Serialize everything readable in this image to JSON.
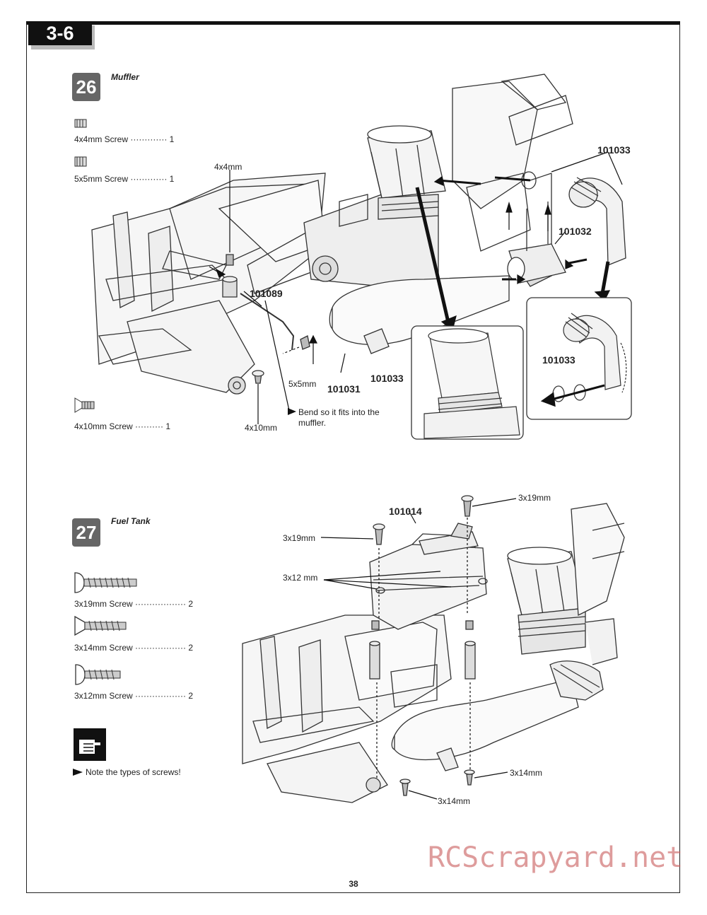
{
  "section": "3-6",
  "page_number": "38",
  "watermark": "RCScrapyard.net",
  "step26": {
    "number": "26",
    "title": "Muffler",
    "parts": [
      {
        "label": "4x4mm Screw",
        "dots": "·············",
        "qty": "1"
      },
      {
        "label": "5x5mm  Screw",
        "dots": "·············",
        "qty": "1"
      },
      {
        "label": "4x10mm  Screw",
        "dots": "··········",
        "qty": "1"
      }
    ],
    "callouts": {
      "screw_4x4": "4x4mm",
      "screw_5x5": "5x5mm",
      "screw_4x10": "4x10mm",
      "part_101089": "101089",
      "part_101031": "101031",
      "part_101033_a": "101033",
      "part_101032": "101032",
      "part_101033_b": "101033",
      "part_101033_c": "101033",
      "note_line1": "Bend so it fits into the",
      "note_line2": "muffler."
    }
  },
  "step27": {
    "number": "27",
    "title": "Fuel Tank",
    "parts": [
      {
        "label": "3x19mm  Screw",
        "dots": "··················",
        "qty": "2"
      },
      {
        "label": "3x14mm  Screw",
        "dots": "··················",
        "qty": "2"
      },
      {
        "label": "3x12mm Screw",
        "dots": "··················",
        "qty": "2"
      }
    ],
    "note": "Note the types of screws!",
    "callouts": {
      "part_101014": "101014",
      "screw_3x19_a": "3x19mm",
      "screw_3x19_b": "3x19mm",
      "screw_3x12": "3x12 mm",
      "screw_3x14_a": "3x14mm",
      "screw_3x14_b": "3x14mm"
    }
  }
}
